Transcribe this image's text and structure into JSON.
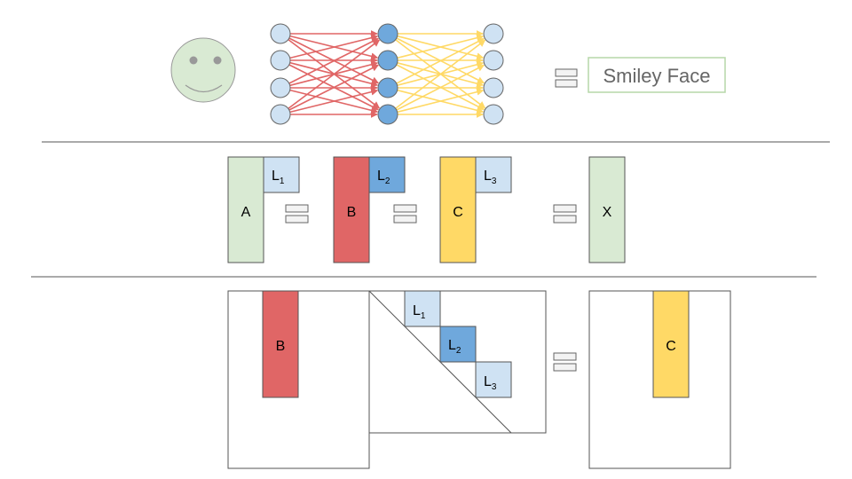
{
  "nn_output_label": "Smiley Face",
  "row2": {
    "input_label": "A",
    "w1_label": "B",
    "w2_label": "C",
    "output_label": "X",
    "l1": {
      "base": "L",
      "sub": "1"
    },
    "l2": {
      "base": "L",
      "sub": "2"
    },
    "l3": {
      "base": "L",
      "sub": "3"
    }
  },
  "row3": {
    "left_label": "B",
    "right_label": "C",
    "l1": {
      "base": "L",
      "sub": "1"
    },
    "l2": {
      "base": "L",
      "sub": "2"
    },
    "l3": {
      "base": "L",
      "sub": "3"
    }
  },
  "colors": {
    "green_fill": "#d9ead3",
    "green_stroke": "#93c47d",
    "red": "#e06666",
    "dark_blue": "#6fa8dc",
    "light_blue": "#cfe2f3",
    "yellow": "#ffd966",
    "red_arrow": "#e06666",
    "yellow_arrow": "#ffd966"
  }
}
